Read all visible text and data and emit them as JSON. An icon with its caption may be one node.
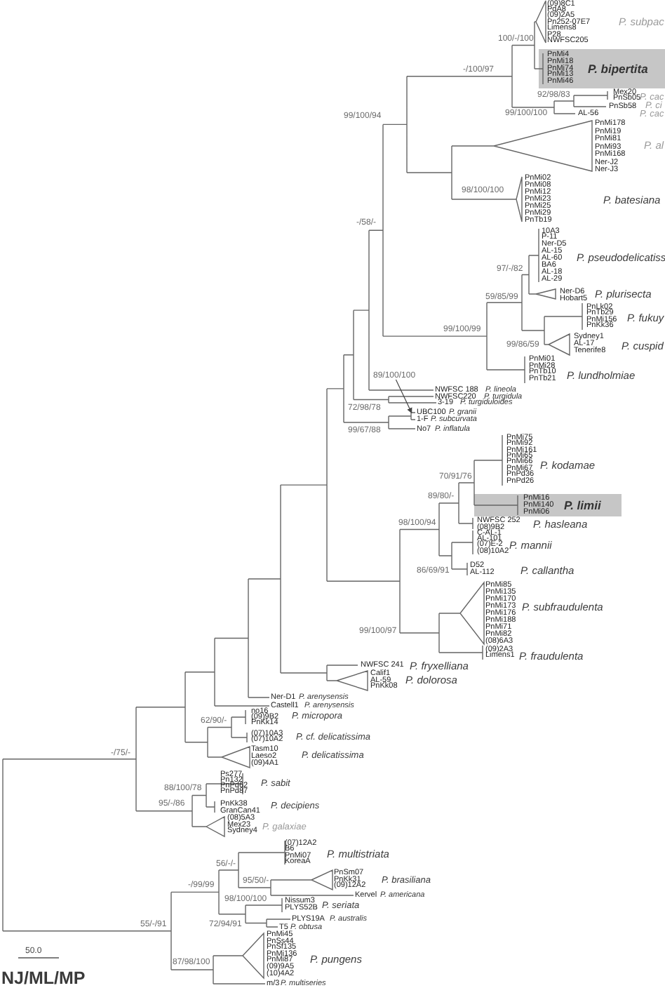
{
  "diagram": {
    "nodes": [
      {
        "text": [
          "PnMi4",
          "PnMi18",
          "PnMi74",
          "PnMi13",
          "PnMi46",
          "P. bipertita"
        ]
      },
      {
        "text": [
          "89/100/100"
        ]
      },
      {
        "text": [
          "PnMi16",
          "PnMi140",
          "PnMi06",
          "P. limii"
        ]
      },
      {
        "text": [],
        "shape": "bar"
      }
    ],
    "edges": [
      {
        "from": 1,
        "to": 3,
        "arrow": "to"
      }
    ],
    "labels": [
      "(09)8C1",
      "PdA8",
      "(09)2A5",
      "Pn252-07E7",
      "Limens8",
      "P28",
      "NWFSC205",
      "P. subpac",
      "100/-/100",
      "-/100/97",
      "Mex20",
      "PnSb05",
      "P. cac",
      "92/98/83",
      "PnSb58",
      "P. ci",
      "AL-56",
      "99/100/100",
      "P. cac",
      "99/100/94",
      "PnMi178",
      "PnMi19",
      "PnMi81",
      "PnMi93",
      "PnMi168",
      "Ner-J2",
      "Ner-J3",
      "P. al",
      "PnMi02",
      "PnMi08",
      "PnMi12",
      "PnMi23",
      "PnMi25",
      "PnMi29",
      "PnTb19",
      "98/100/100",
      "P. batesiana",
      "-/58/-",
      "10A3",
      "P-11",
      "Ner-D5",
      "AL-15",
      "AL-60",
      "BA6",
      "AL-18",
      "AL-29",
      "P. pseudodelicatiss",
      "97/-/82",
      "Ner-D6",
      "Hobart5",
      "P. plurisecta",
      "59/85/99",
      "PnLk02",
      "PnTb29",
      "PnMi156",
      "PnKk36",
      "P. fukuy",
      "99/100/99",
      "Sydney1",
      "AL-17",
      "Tenerife8",
      "99/86/59",
      "P. cuspid",
      "PnMi01",
      "PnMi28",
      "PnTb10",
      "PnTb21",
      "P. lundholmiae",
      "NWFSC 188",
      "P. lineola",
      "NWFSC220",
      "P. turgidula",
      "3-19",
      "P. turgiduloides",
      "72/98/78",
      "UBC100",
      "P. granii",
      "1-F",
      "P. subcurvata",
      "No7",
      "P. inflatula",
      "99/67/88",
      "PnMi75",
      "PnMi92",
      "PnMi161",
      "PnMi65",
      "PnMi66",
      "PnMi67",
      "PnPd36",
      "PnPd26",
      "P. kodamae",
      "70/91/76",
      "89/80/-",
      "NWFSC 252",
      "(08)9B2",
      "P. hasleana",
      "98/100/94",
      "C-AL-1",
      "AL-101",
      "(07)E-2",
      "(08)10A2",
      "P. mannii",
      "D52",
      "AL-112",
      "86/69/91",
      "P. callantha",
      "PnMi85",
      "PnMi135",
      "PnMi170",
      "PnMi173",
      "PnMi176",
      "PnMi188",
      "PnMi71",
      "PnMi82",
      "(08)6A3",
      "P. subfraudulenta",
      "99/100/97",
      "(09)2A3",
      "Limens1",
      "P. fraudulenta",
      "NWFSC 241",
      "P. fryxelliana",
      "Calif1",
      "AL-59",
      "PnKk08",
      "P. dolorosa",
      "Ner-D1",
      "P. arenysensis",
      "Castell1",
      "P. arenysensis",
      "no16",
      "(09)9B2",
      "PnKk14",
      "P. micropora",
      "62/90/-",
      "(07)10A3",
      "(07)10A2",
      "P. cf. delicatissima",
      "Tasm10",
      "Laeso2",
      "(09)4A1",
      "P. delicatissima",
      "-/75/-",
      "Ps277",
      "Pn132",
      "PnPd62",
      "PnPd87",
      "P. sabit",
      "88/100/78",
      "95/-/86",
      "PnKk38",
      "GranCan41",
      "P. decipiens",
      "(08)5A3",
      "Mex23",
      "Sydney4",
      "P. galaxiae",
      "(07)12A2",
      "B6",
      "PnMi07",
      "KoreaA",
      "P. multistriata",
      "56/-/-",
      "PnSm07",
      "PnKk31",
      "(09)12A2",
      "P. brasiliana",
      "95/50/-",
      "-/99/99",
      "Kervel",
      "P. americana",
      "Nissum3",
      "PLYS52B",
      "P. seriata",
      "98/100/100",
      "PLYS19A",
      "P. australis",
      "72/94/91",
      "T5",
      "P. obtusa",
      "55/-/91",
      "PnMi45",
      "PnSs44",
      "PnSf135",
      "PnMi136",
      "PnMi87",
      "(09)9A5",
      "(10)4A2",
      "P. pungens",
      "50.0",
      "87/98/100",
      "NJ/ML/MP",
      "m/3",
      "P. multiseries"
    ]
  }
}
